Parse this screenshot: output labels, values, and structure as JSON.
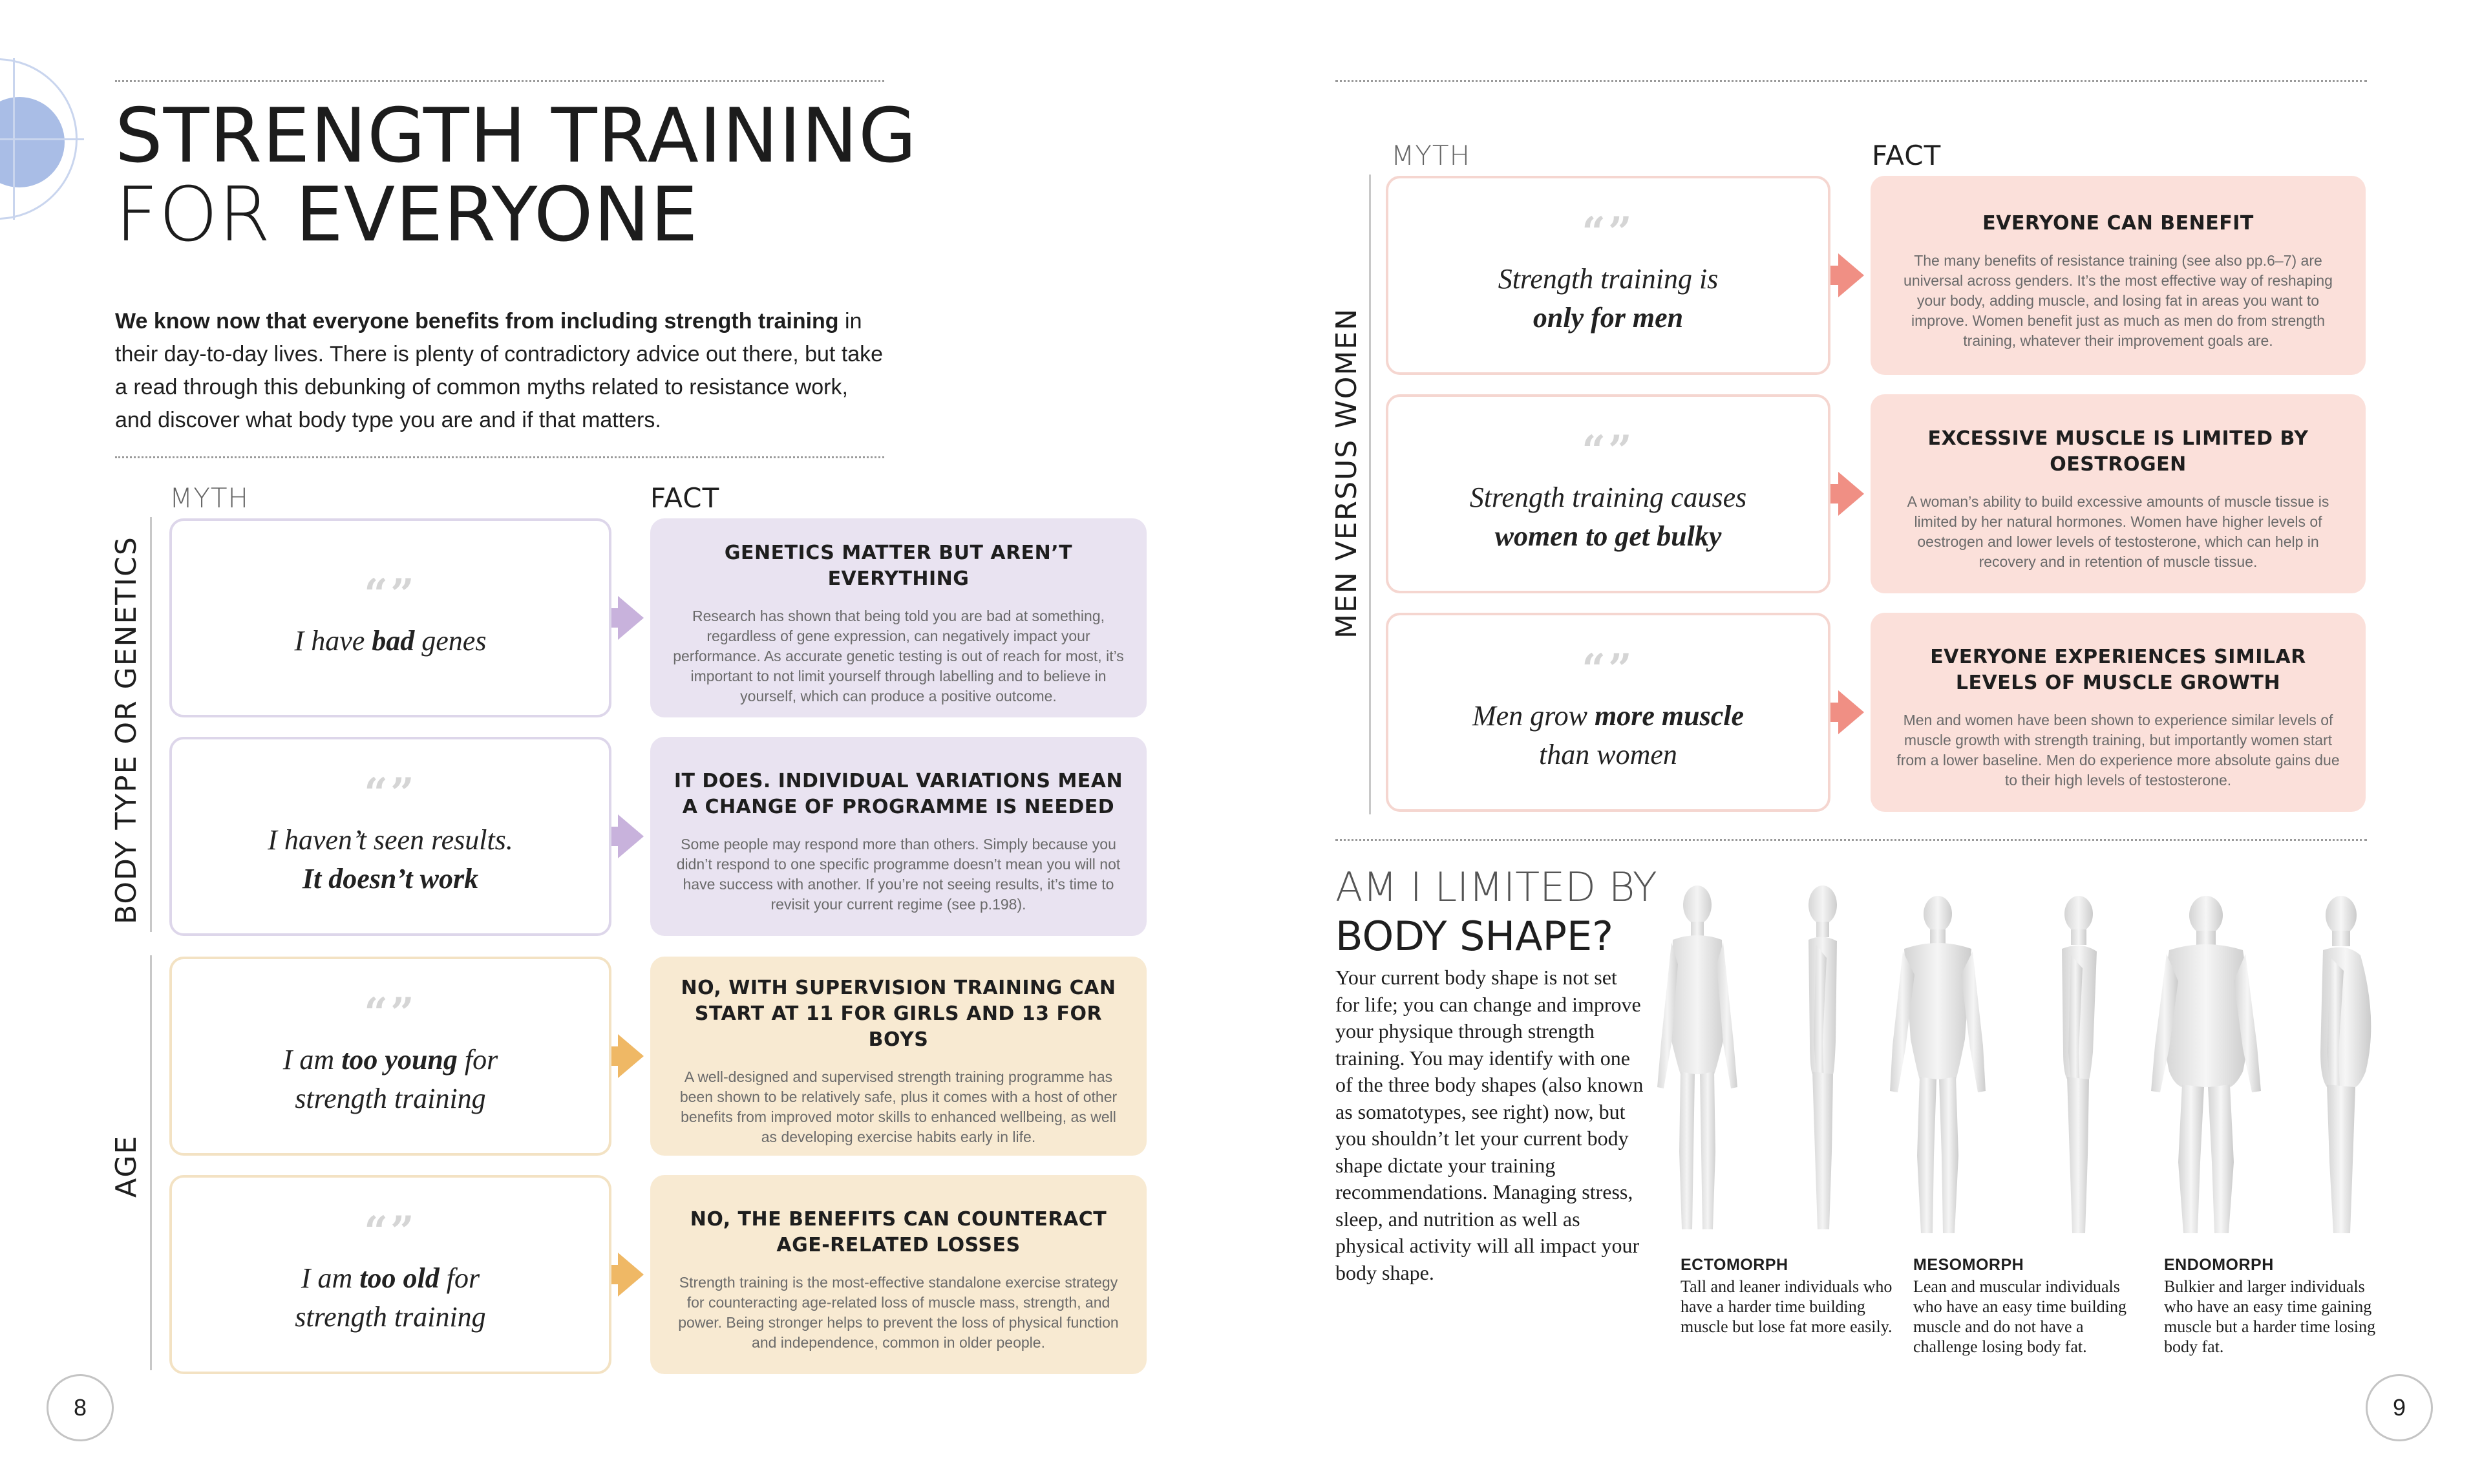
{
  "left_page": {
    "title_line1": "STRENGTH TRAINING",
    "title_line2_light": "FOR ",
    "title_line2_bold": "EVERYONE",
    "intro_bold": "We know now that everyone benefits from including strength training",
    "intro_rest": " in their day-to-day lives. There is plenty of contradictory advice out there, but take a read through this debunking of common myths related to resistance work, and discover what body type you are and if that matters.",
    "myth_heading": "MYTH",
    "fact_heading": "FACT",
    "section_genetics_label": "BODY TYPE OR GENETICS",
    "section_age_label": "AGE",
    "page_number": "8"
  },
  "quote_glyph": "“”",
  "genetics_rows": [
    {
      "myth_pre": "I have ",
      "myth_bold": "bad",
      "myth_post": " genes",
      "fact_title": "GENETICS MATTER BUT AREN’T EVERYTHING",
      "fact_body": "Research has shown that being told you are bad at something, regardless of gene expression, can negatively impact your performance. As accurate genetic testing is out of reach for most, it’s important to not limit yourself through labelling and to believe in yourself, which can produce a positive outcome."
    },
    {
      "myth_line1": "I haven’t seen results.",
      "myth_line2_bold": "It doesn’t work",
      "fact_title": "IT DOES. INDIVIDUAL VARIATIONS MEAN A CHANGE OF PROGRAMME IS NEEDED",
      "fact_body": "Some people may respond more than others. Simply because you didn’t respond to one specific programme doesn’t mean you will not have success with another. If you’re not seeing results, it’s time to revisit your current regime (see p.198)."
    }
  ],
  "age_rows": [
    {
      "myth_pre": "I am ",
      "myth_bold": "too young",
      "myth_post": " for",
      "myth_line2": "strength training",
      "fact_title": "NO, WITH SUPERVISION TRAINING CAN START AT 11 FOR GIRLS AND 13 FOR BOYS",
      "fact_body": "A well-designed and supervised strength training programme has been shown to be relatively safe, plus it comes with a host of other benefits from improved motor skills to enhanced wellbeing, as well as developing exercise habits early in life."
    },
    {
      "myth_pre": "I am ",
      "myth_bold": "too old",
      "myth_post": " for",
      "myth_line2": "strength training",
      "fact_title": "NO, THE BENEFITS CAN COUNTERACT AGE-RELATED LOSSES",
      "fact_body": "Strength training is the most-effective standalone exercise strategy for counteracting age-related loss of muscle mass, strength, and power. Being stronger helps to prevent the loss of physical function and independence, common in older people."
    }
  ],
  "right_page": {
    "myth_heading": "MYTH",
    "fact_heading": "FACT",
    "section_label": "MEN VERSUS WOMEN",
    "page_number": "9",
    "body_shape_title_line1": "AM I LIMITED BY",
    "body_shape_title_line2": "BODY SHAPE?",
    "body_shape_text": "Your current body shape is not set for life; you can change and improve your physique through strength training. You may identify with one of the three body shapes (also known as somatotypes, see right) now, but you shouldn’t let your current body shape dictate your training recommendations. Managing stress, sleep, and nutrition as well as physical activity will all impact your body shape."
  },
  "gender_rows": [
    {
      "myth_line1": "Strength training is",
      "myth_line2_bold": "only for men",
      "fact_title": "EVERYONE CAN BENEFIT",
      "fact_body": "The many benefits of resistance training (see also pp.6–7) are universal across genders. It’s the most effective way of reshaping your body, adding muscle, and losing fat in areas you want to improve. Women benefit just as much as men do from strength training, whatever their improvement goals are."
    },
    {
      "myth_line1": "Strength training causes",
      "myth_line2_bold": "women to get bulky",
      "fact_title": "EXCESSIVE MUSCLE IS LIMITED BY OESTROGEN",
      "fact_body": "A woman’s ability to build excessive amounts of muscle tissue is limited by her natural hormones. Women have higher levels of oestrogen and lower levels of testosterone, which can help in recovery and in retention of muscle tissue."
    },
    {
      "myth_pre": "Men grow ",
      "myth_bold": "more muscle",
      "myth_line2": "than women",
      "fact_title": "EVERYONE EXPERIENCES SIMILAR LEVELS OF MUSCLE GROWTH",
      "fact_body": "Men and women have been shown to experience similar levels of muscle growth with strength training, but importantly women start from a lower baseline. Men do experience more absolute gains due to their high levels of testosterone."
    }
  ],
  "somatotypes": [
    {
      "name": "ECTOMORPH",
      "description": "Tall and leaner individuals who have a harder time building muscle but lose fat more easily."
    },
    {
      "name": "MESOMORPH",
      "description": "Lean and muscular individuals who have an easy time building muscle and do not have a challenge losing body fat."
    },
    {
      "name": "ENDOMORPH",
      "description": "Bulkier and larger individuals who have an easy time gaining muscle but a harder time losing body fat."
    }
  ],
  "colors": {
    "genetics_accent": "#c8b2dc",
    "genetics_fact_bg": "#e9e3f1",
    "age_accent": "#efb865",
    "age_fact_bg": "#f8ead2",
    "gender_accent": "#f08f84",
    "gender_fact_bg": "#fbe0da",
    "deco_blue": "#a9bde6"
  }
}
